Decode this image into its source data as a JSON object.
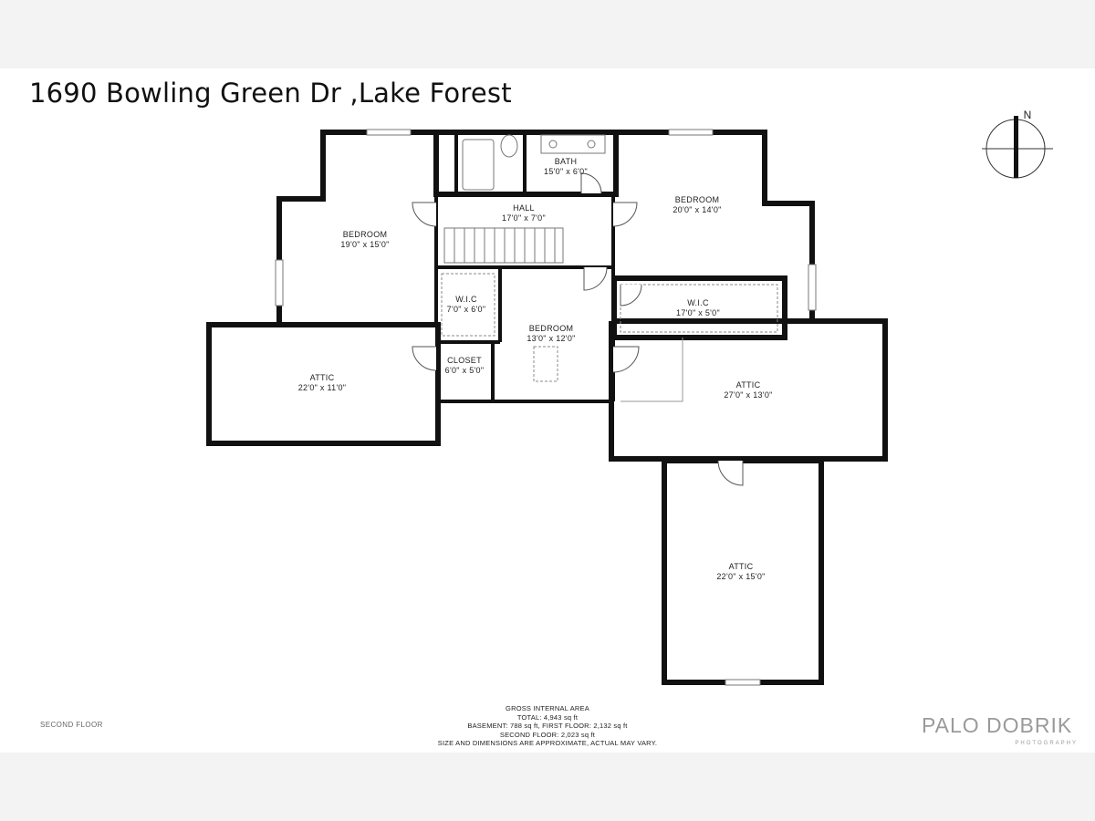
{
  "title": "1690 Bowling Green Dr ,Lake Forest",
  "floor_label": "SECOND FLOOR",
  "compass": {
    "label": "N"
  },
  "rooms": [
    {
      "id": "bedroom-west",
      "name": "BEDROOM",
      "dims": "19'0\" x 15'0\""
    },
    {
      "id": "bath",
      "name": "BATH",
      "dims": "15'0\" x 6'0\""
    },
    {
      "id": "hall",
      "name": "HALL",
      "dims": "17'0\" x 7'0\""
    },
    {
      "id": "bedroom-east",
      "name": "BEDROOM",
      "dims": "20'0\" x 14'0\""
    },
    {
      "id": "wic-west",
      "name": "W.I.C",
      "dims": "7'0\" x 6'0\""
    },
    {
      "id": "bedroom-center",
      "name": "BEDROOM",
      "dims": "13'0\" x 12'0\""
    },
    {
      "id": "wic-east",
      "name": "W.I.C",
      "dims": "17'0\" x 5'0\""
    },
    {
      "id": "closet",
      "name": "CLOSET",
      "dims": "6'0\" x 5'0\""
    },
    {
      "id": "attic-west",
      "name": "ATTIC",
      "dims": "22'0\" x 11'0\""
    },
    {
      "id": "attic-east",
      "name": "ATTIC",
      "dims": "27'0\" x 13'0\""
    },
    {
      "id": "attic-south",
      "name": "ATTIC",
      "dims": "22'0\" x 15'0\""
    }
  ],
  "area_notes": [
    "GROSS INTERNAL AREA",
    "TOTAL: 4,943 sq ft",
    "BASEMENT: 788 sq ft, FIRST FLOOR: 2,132 sq ft",
    "SECOND FLOOR: 2,023 sq ft",
    "SIZE AND DIMENSIONS ARE APPROXIMATE, ACTUAL MAY VARY."
  ],
  "brand": {
    "main": "PALO DOBRIK",
    "sub": "PHOTOGRAPHY"
  }
}
